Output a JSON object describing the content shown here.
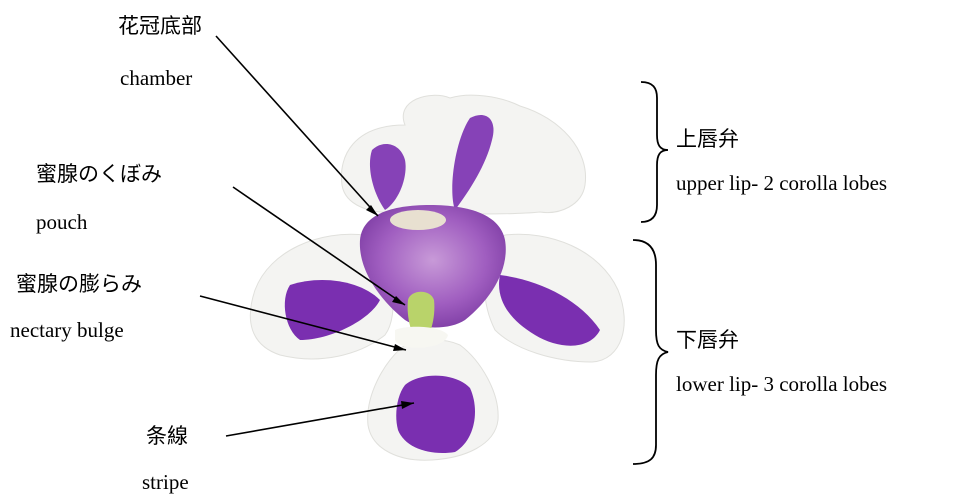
{
  "labels": {
    "chamber": {
      "jp": "花冠底部",
      "en": "chamber"
    },
    "pouch": {
      "jp": "蜜腺のくぼみ",
      "en": "pouch"
    },
    "nectary_bulge": {
      "jp": "蜜腺の膨らみ",
      "en": "nectary bulge"
    },
    "stripe": {
      "jp": "条線",
      "en": "stripe"
    },
    "upper_lip": {
      "jp": "上唇弁",
      "en": "upper lip- 2 corolla lobes"
    },
    "lower_lip": {
      "jp": "下唇弁",
      "en": "lower lip- 3 corolla lobes"
    }
  },
  "colors": {
    "petal_white": "#f4f4f2",
    "petal_purple": "#7a2fb0",
    "throat_purple": "#a05ec0",
    "nectary_green": "#b9d36a",
    "line": "#000000"
  }
}
